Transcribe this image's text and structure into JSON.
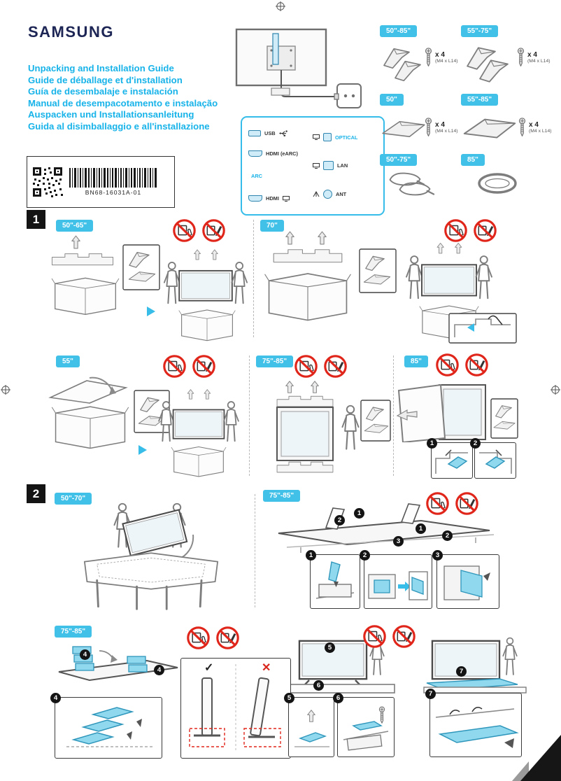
{
  "brand": "SAMSUNG",
  "titles": [
    "Unpacking and Installation Guide",
    "Guide de déballage et d'installation",
    "Guía de desembalaje e instalación",
    "Manual de desempacotamento e instalação",
    "Auspacken und Installationsanleitung",
    "Guida al disimballaggio e all'installazione"
  ],
  "label": {
    "code": "BN68-16031A-01"
  },
  "ports": {
    "usb": "USB",
    "hdmi_earc": "HDMI (eARC)",
    "arc": "ARC",
    "hdmi": "HDMI",
    "optical": "OPTICAL",
    "lan": "LAN",
    "ant": "ANT"
  },
  "accessories": [
    {
      "size": "50\"-85\"",
      "qty": "x 4",
      "spec": "(M4 x L14)"
    },
    {
      "size": "55\"-75\"",
      "qty": "x 4",
      "spec": "(M4 x L14)"
    },
    {
      "size": "50\"",
      "qty": "x 4",
      "spec": "(M4 x L14)"
    },
    {
      "size": "55\"-85\"",
      "qty": "x 4",
      "spec": "(M4 x L14)"
    },
    {
      "size": "50\"-75\""
    },
    {
      "size": "85\""
    }
  ],
  "sections": {
    "one": "1",
    "two": "2"
  },
  "badges": {
    "s1a": "50\"-65\"",
    "s1b": "70\"",
    "s1c": "55\"",
    "s1d": "75\"-85\"",
    "s1e": "85\"",
    "s2a": "50\"-70\"",
    "s2b": "75\"-85\"",
    "s2c": "75\"-85\""
  },
  "steps": {
    "1": "1",
    "2": "2",
    "3": "3",
    "4": "4",
    "5": "5",
    "6": "6",
    "7": "7"
  },
  "marks": {
    "check": "✓",
    "cross": "✕"
  }
}
